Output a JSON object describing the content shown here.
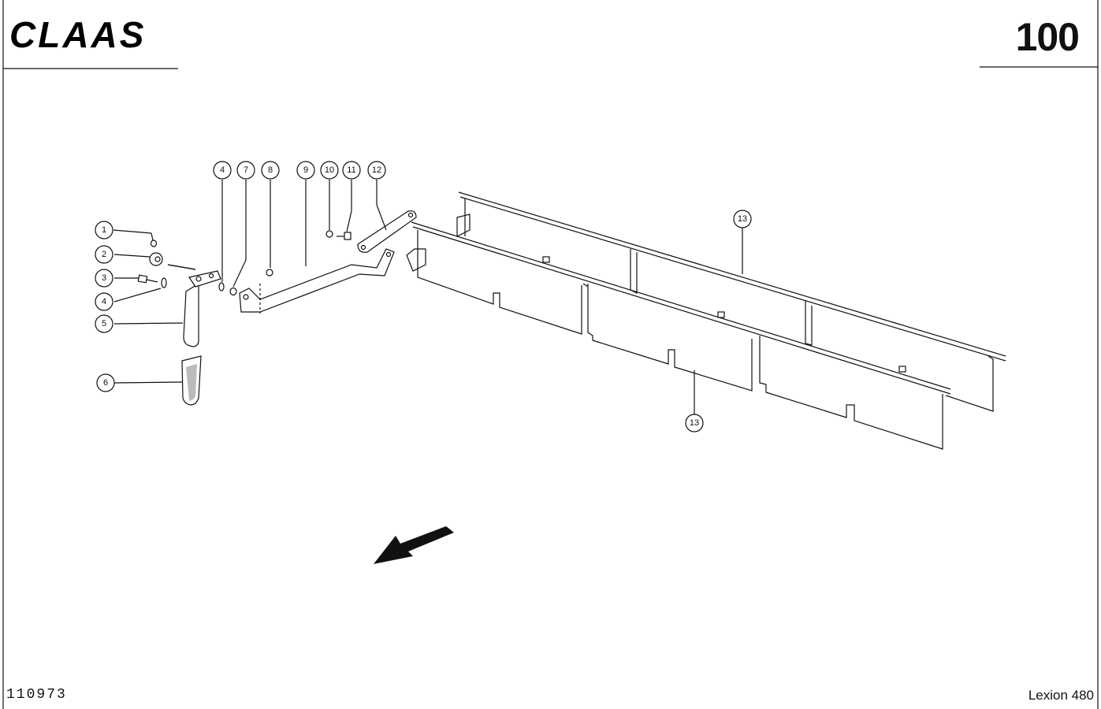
{
  "header": {
    "brand": "CLAAS",
    "page_number": "100"
  },
  "footer": {
    "document_number": "110973",
    "model": "Lexion 480"
  },
  "diagram": {
    "callouts": [
      "1",
      "2",
      "3",
      "4",
      "5",
      "6",
      "4",
      "7",
      "8",
      "9",
      "10",
      "11",
      "12",
      "13",
      "13"
    ],
    "direction_indicator": "arrow-icon"
  }
}
